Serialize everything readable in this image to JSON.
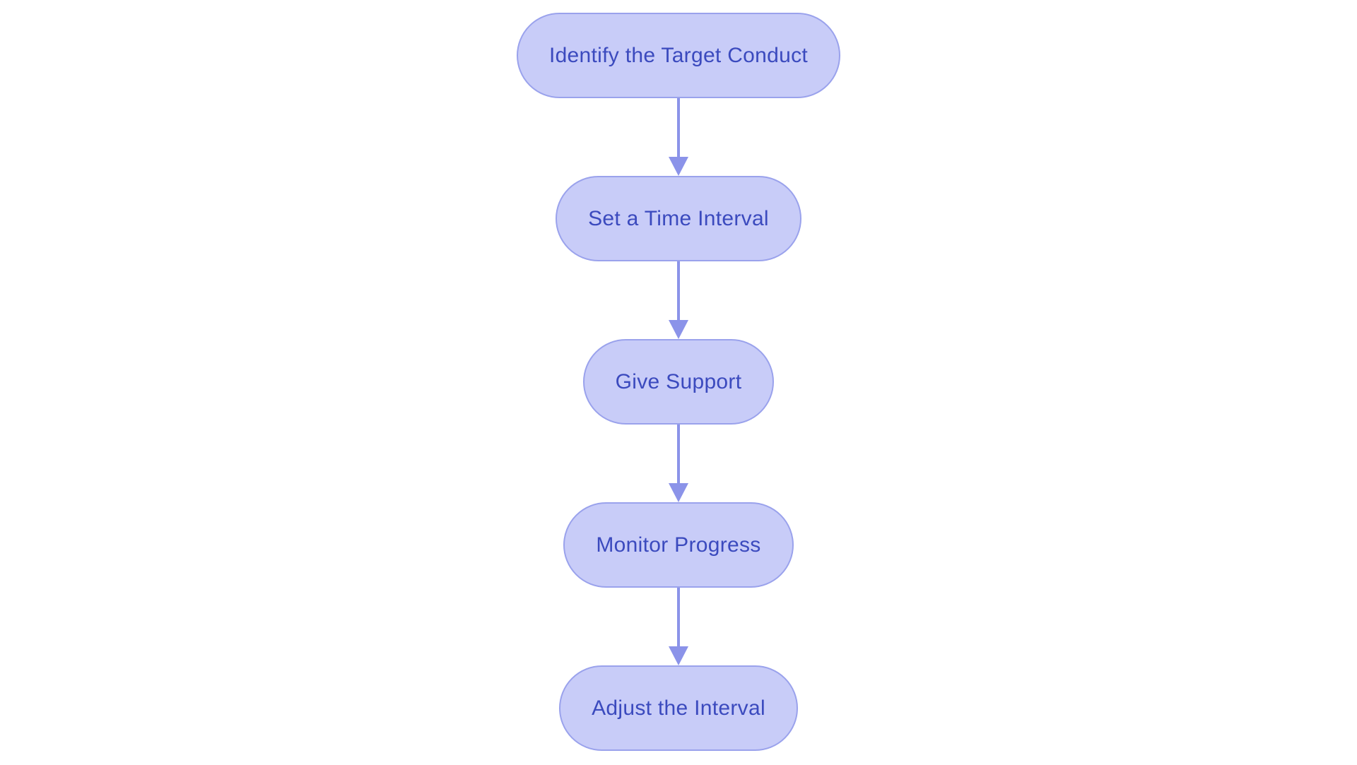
{
  "diagram": {
    "type": "flowchart",
    "direction": "top-to-bottom",
    "nodes": [
      {
        "label": "Identify the Target Conduct"
      },
      {
        "label": "Set a Time Interval"
      },
      {
        "label": "Give Support"
      },
      {
        "label": "Monitor Progress"
      },
      {
        "label": "Adjust the Interval"
      }
    ],
    "edges": [
      {
        "from": "Identify the Target Conduct",
        "to": "Set a Time Interval"
      },
      {
        "from": "Set a Time Interval",
        "to": "Give Support"
      },
      {
        "from": "Give Support",
        "to": "Monitor Progress"
      },
      {
        "from": "Monitor Progress",
        "to": "Adjust the Interval"
      }
    ],
    "colors": {
      "node_fill": "#c8ccf8",
      "node_border": "#9aa2ec",
      "node_text": "#3b4abe",
      "arrow": "#8b93e9",
      "background": "#ffffff"
    }
  }
}
